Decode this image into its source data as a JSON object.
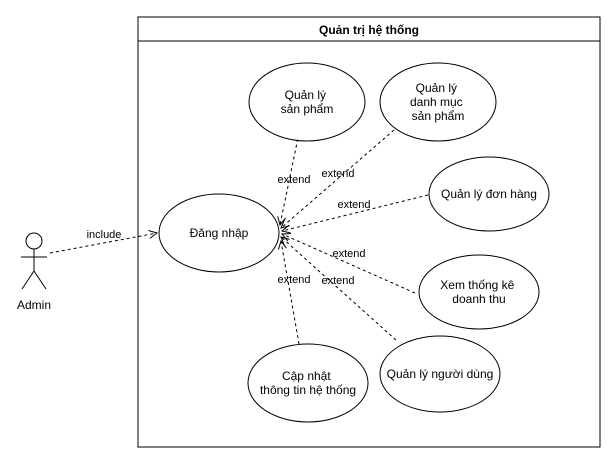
{
  "system": {
    "title": "Quản trị hệ thống"
  },
  "actor": {
    "name": "Admin"
  },
  "use_cases": {
    "login": [
      "Đăng nhập"
    ],
    "manage_products": [
      "Quản lý",
      "sản phẩm"
    ],
    "manage_categories": [
      "Quản lý",
      "danh mục",
      "sản phẩm"
    ],
    "manage_orders": [
      "Quản lý đơn hàng"
    ],
    "view_revenue": [
      "Xem thống kê",
      "doanh thu"
    ],
    "manage_users": [
      "Quản lý người dùng"
    ],
    "update_system_info": [
      "Cập nhật",
      "thông tin hệ thống"
    ]
  },
  "relations": {
    "include": "include",
    "extend": "extend"
  }
}
